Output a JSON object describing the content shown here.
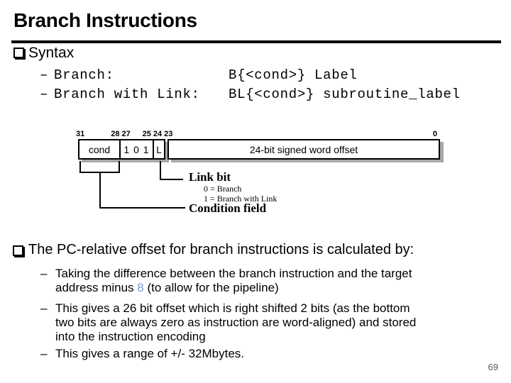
{
  "slide": {
    "title": "Branch Instructions",
    "page_number": "69"
  },
  "colors": {
    "accent_blue": "#7d96d8",
    "box_shadow_gray": "#a8a8a8"
  },
  "syntax": {
    "heading": "Syntax",
    "rows": [
      {
        "dash": "–",
        "label": "Branch:",
        "code": "B{<cond>} Label"
      },
      {
        "dash": "–",
        "label": "Branch with Link:",
        "code": "BL{<cond>} subroutine_label"
      }
    ]
  },
  "diagram": {
    "bit_labels": {
      "b31": "31",
      "b28_27": "28 27",
      "b25_24_23": "25 24 23",
      "b0": "0"
    },
    "fields": [
      {
        "label": "cond"
      },
      {
        "label": "1 0 1"
      },
      {
        "label": "L"
      },
      {
        "label": "24-bit signed word offset"
      }
    ],
    "link_bit": {
      "title": "Link bit",
      "value0": "0 = Branch",
      "value1": "1 = Branch with Link"
    },
    "condition": {
      "title": "Condition field"
    }
  },
  "offset": {
    "heading": "The PC-relative offset for branch instructions is calculated by:",
    "bullets": [
      {
        "dash": "–",
        "pre": "Taking the difference between the branch instruction and the target\naddress minus ",
        "highlight": "8",
        "post": " (to allow for the pipeline)"
      },
      {
        "dash": "–",
        "text": "This gives a 26 bit offset which is right shifted 2 bits (as the bottom\ntwo bits are always zero as instruction are word-aligned) and stored\ninto the instruction encoding"
      },
      {
        "dash": "–",
        "text": "This gives a range of +/- 32Mbytes."
      }
    ]
  }
}
